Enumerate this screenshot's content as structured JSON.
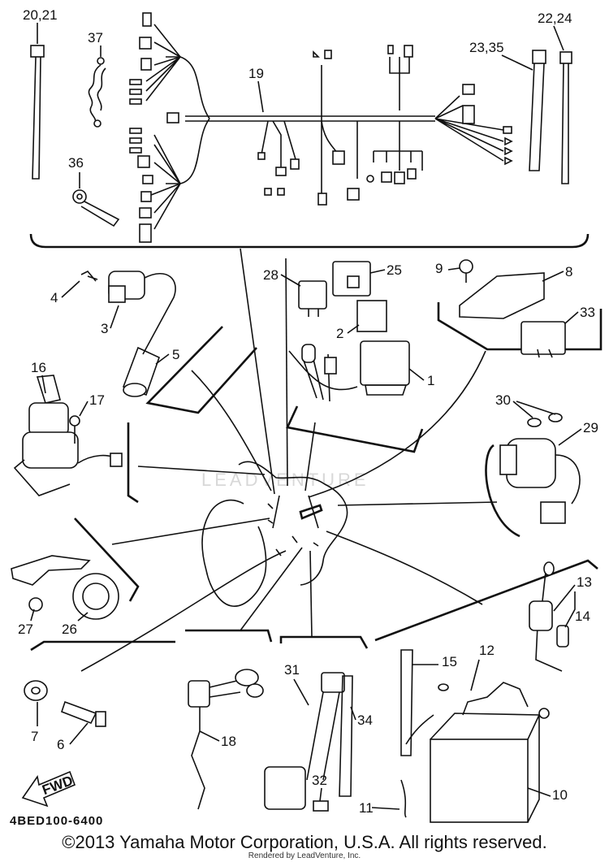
{
  "diagram": {
    "code": "4BED100-6400",
    "fwd_label": "FWD",
    "watermark": "LEADVENTURE",
    "callouts": [
      {
        "id": "c20",
        "text": "20,21"
      },
      {
        "id": "c37",
        "text": "37"
      },
      {
        "id": "c36",
        "text": "36"
      },
      {
        "id": "c19",
        "text": "19"
      },
      {
        "id": "c22",
        "text": "22,24"
      },
      {
        "id": "c23",
        "text": "23,35"
      },
      {
        "id": "c4",
        "text": "4"
      },
      {
        "id": "c3",
        "text": "3"
      },
      {
        "id": "c5",
        "text": "5"
      },
      {
        "id": "c28",
        "text": "28"
      },
      {
        "id": "c25",
        "text": "25"
      },
      {
        "id": "c2",
        "text": "2"
      },
      {
        "id": "c1",
        "text": "1"
      },
      {
        "id": "c9",
        "text": "9"
      },
      {
        "id": "c8",
        "text": "8"
      },
      {
        "id": "c33",
        "text": "33"
      },
      {
        "id": "c16",
        "text": "16"
      },
      {
        "id": "c17",
        "text": "17"
      },
      {
        "id": "c30",
        "text": "30"
      },
      {
        "id": "c29",
        "text": "29"
      },
      {
        "id": "c13",
        "text": "13"
      },
      {
        "id": "c14",
        "text": "14"
      },
      {
        "id": "c27",
        "text": "27"
      },
      {
        "id": "c26",
        "text": "26"
      },
      {
        "id": "c15",
        "text": "15"
      },
      {
        "id": "c12",
        "text": "12"
      },
      {
        "id": "c31",
        "text": "31"
      },
      {
        "id": "c34",
        "text": "34"
      },
      {
        "id": "c18",
        "text": "18"
      },
      {
        "id": "c32",
        "text": "32"
      },
      {
        "id": "c7",
        "text": "7"
      },
      {
        "id": "c6",
        "text": "6"
      },
      {
        "id": "c11",
        "text": "11"
      },
      {
        "id": "c10",
        "text": "10"
      }
    ]
  },
  "footer": {
    "copyright": "©2013 Yamaha Motor Corporation, U.S.A. All rights reserved.",
    "rendered_by": "Rendered by LeadVenture, Inc."
  }
}
